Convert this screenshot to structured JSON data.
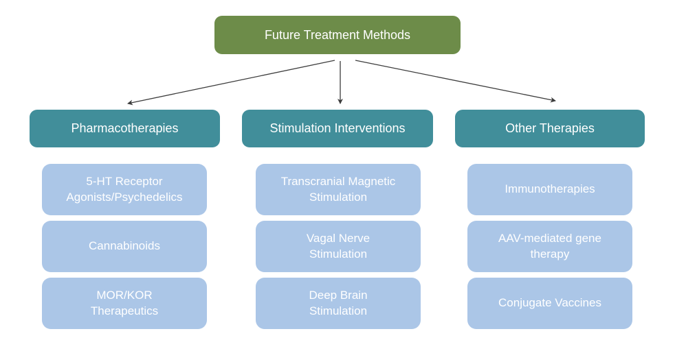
{
  "diagram": {
    "root": {
      "label": "Future Treatment Methods"
    },
    "columns": [
      {
        "header": "Pharmacotherapies",
        "items": [
          "5-HT Receptor\nAgonists/Psychedelics",
          "Cannabinoids",
          "MOR/KOR\nTherapeutics"
        ]
      },
      {
        "header": "Stimulation Interventions",
        "items": [
          "Transcranial Magnetic\nStimulation",
          "Vagal Nerve\nStimulation",
          "Deep Brain\nStimulation"
        ]
      },
      {
        "header": "Other Therapies",
        "items": [
          "Immunotherapies",
          "AAV-mediated gene\ntherapy",
          "Conjugate Vaccines"
        ]
      }
    ],
    "colors": {
      "root_fill": "#6d8c49",
      "header_fill": "#418e9a",
      "item_fill": "#abc6e7",
      "text": "#ffffff",
      "arrow": "#3c3c3c"
    }
  }
}
